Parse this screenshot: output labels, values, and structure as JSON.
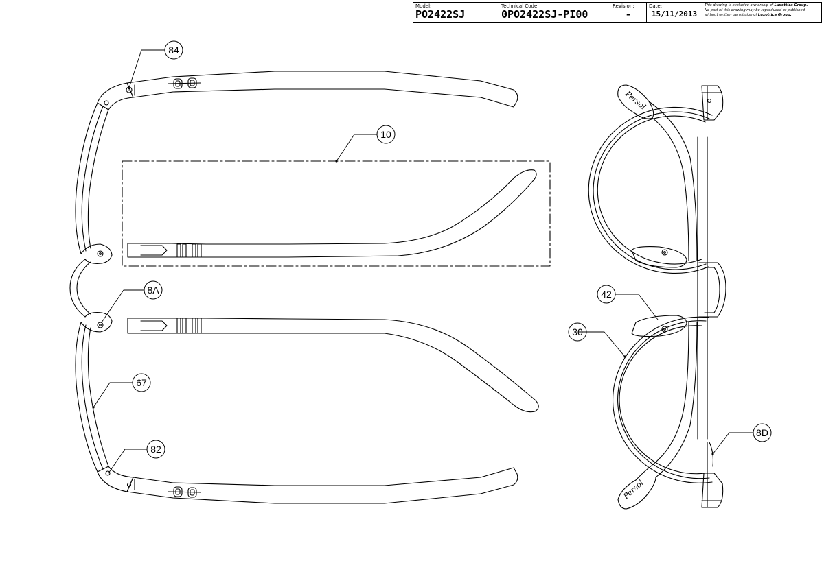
{
  "title_block": {
    "model_label": "Model:",
    "model_value": "PO2422SJ",
    "technical_code_label": "Technical Code:",
    "technical_code_value": "0PO2422SJ-PI00",
    "revision_label": "Revision:",
    "revision_value": "-",
    "date_label": "Date:",
    "date_value": "15/11/2013",
    "ownership_note": {
      "line1_prefix": "This drawing is exclusive ownership of ",
      "line1_company": "Luxottica Group.",
      "line2": "No part of this drawing may be reproduced or published,",
      "line3_prefix": "without written permission of ",
      "line3_company": "Luxottica Group."
    }
  },
  "balloons": {
    "b84": "84",
    "b10": "10",
    "b8A": "8A",
    "b67": "67",
    "b82": "82",
    "b42": "42",
    "b30": "30",
    "b8D": "8D"
  },
  "temple_logo": "Persol",
  "colors": {
    "line": "#000000",
    "background": "#ffffff"
  }
}
